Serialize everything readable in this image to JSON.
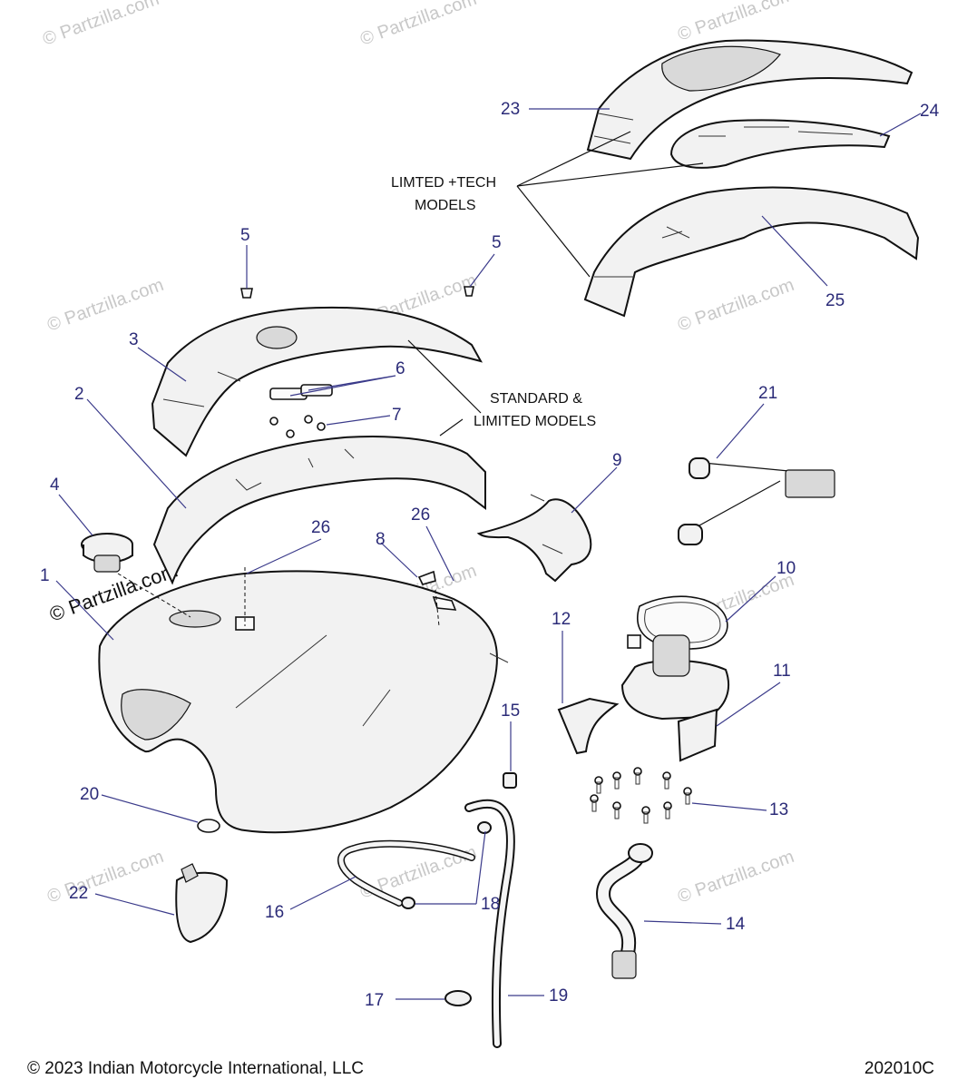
{
  "watermark": "© Partzilla.com",
  "copyright": "© 2023 Indian Motorcycle International, LLC",
  "drawing_number": "202010C",
  "notes": {
    "limited_tech": [
      "LIMTED +TECH",
      "MODELS"
    ],
    "standard_limited": [
      "STANDARD &",
      "LIMITED MODELS"
    ]
  },
  "callouts": {
    "c1": "1",
    "c2": "2",
    "c3": "3",
    "c4": "4",
    "c5a": "5",
    "c5b": "5",
    "c6": "6",
    "c7": "7",
    "c8": "8",
    "c9": "9",
    "c10": "10",
    "c11": "11",
    "c12": "12",
    "c13": "13",
    "c14": "14",
    "c15": "15",
    "c16": "16",
    "c17": "17",
    "c18a": "18",
    "c19": "19",
    "c20": "20",
    "c21": "21",
    "c22": "22",
    "c23": "23",
    "c24": "24",
    "c25": "25",
    "c26a": "26",
    "c26b": "26"
  }
}
